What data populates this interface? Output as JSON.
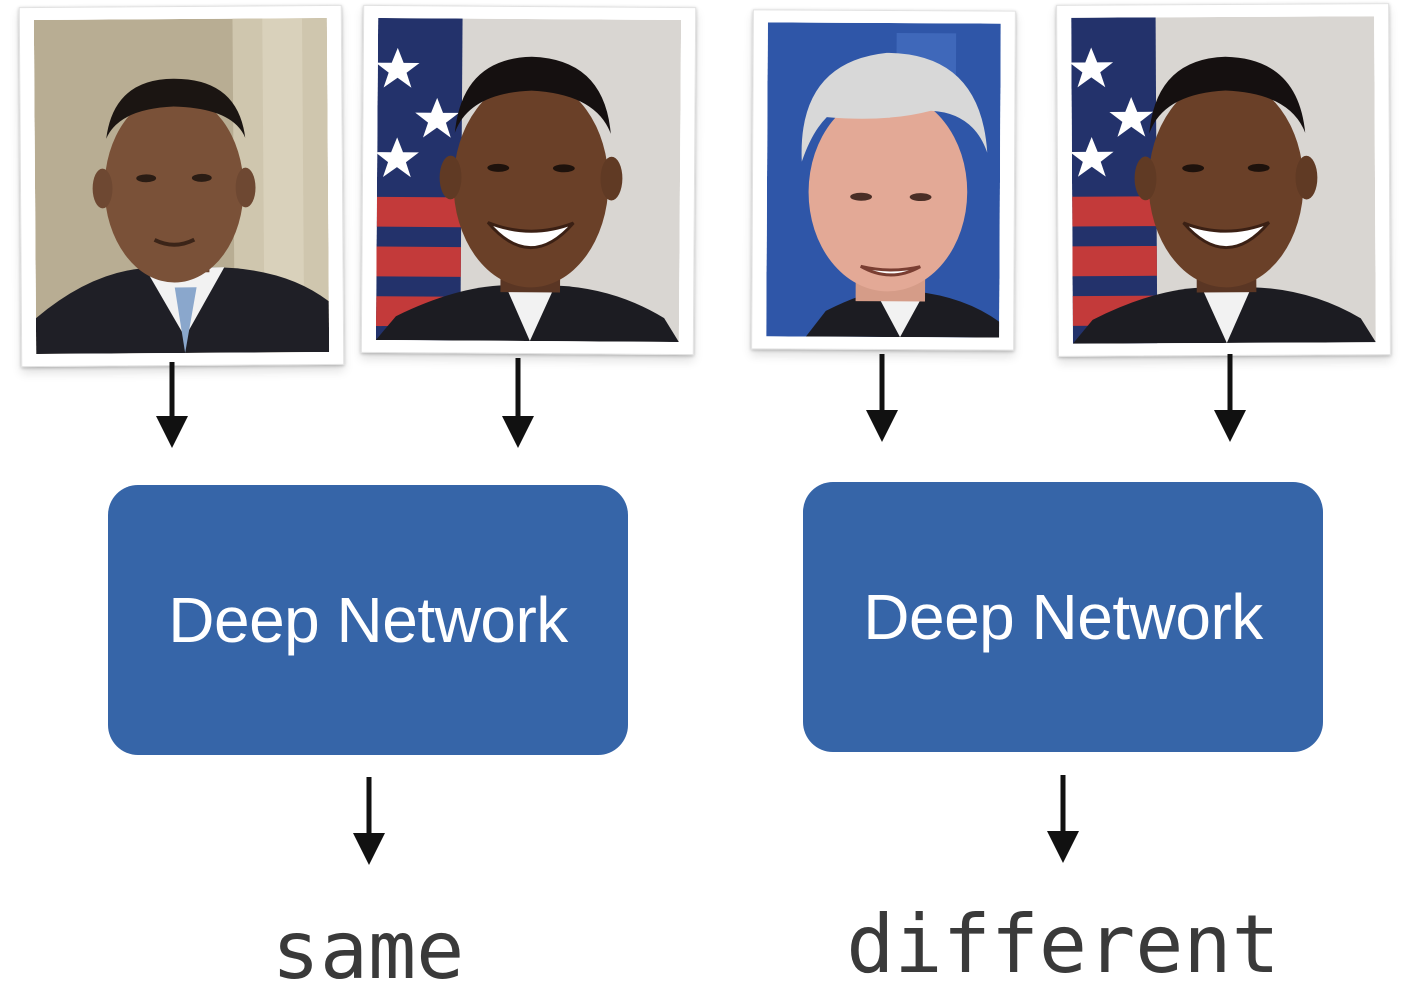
{
  "left_pair": {
    "network_label": "Deep Network",
    "output_label": "same"
  },
  "right_pair": {
    "network_label": "Deep Network",
    "output_label": "different"
  },
  "colors": {
    "network_box": "#3665a8",
    "network_text": "#ffffff",
    "arrow": "#111111",
    "output_text": "#3a3a3a"
  }
}
